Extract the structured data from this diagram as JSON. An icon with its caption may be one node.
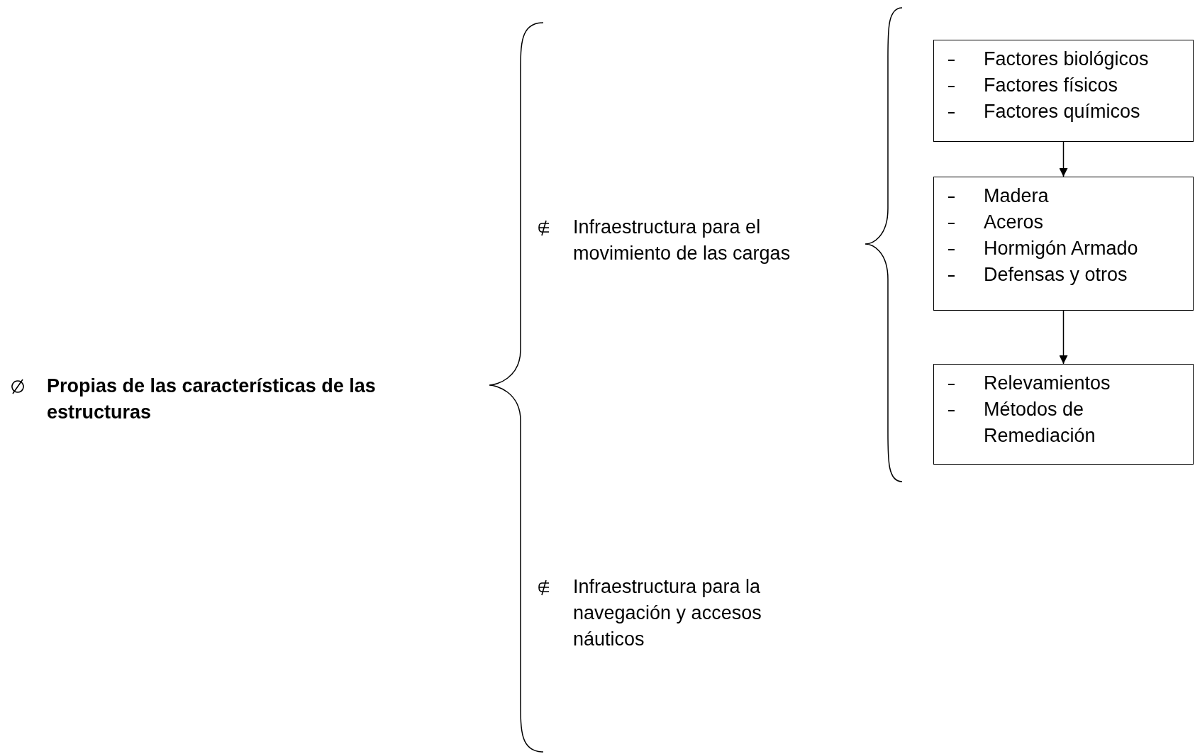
{
  "diagram": {
    "nodes": [
      {
        "text": [
          "Propias de las características de las estructuras"
        ]
      },
      {
        "text": [
          "Infraestructura para el movimiento de las cargas"
        ]
      },
      {
        "text": [
          "Infraestructura para la navegación y accesos náuticos"
        ]
      },
      {
        "text": [
          "Factores biológicos",
          "Factores físicos",
          "Factores químicos"
        ]
      },
      {
        "text": [
          "Madera",
          "Aceros",
          "Hormigón Armado",
          "Defensas y otros"
        ]
      },
      {
        "text": [
          "Relevamientos",
          "Métodos de Remediación"
        ]
      }
    ],
    "edges": [
      {
        "from": 3,
        "to": 4,
        "arrow": "to"
      },
      {
        "from": 4,
        "to": 5,
        "arrow": "to"
      }
    ]
  }
}
